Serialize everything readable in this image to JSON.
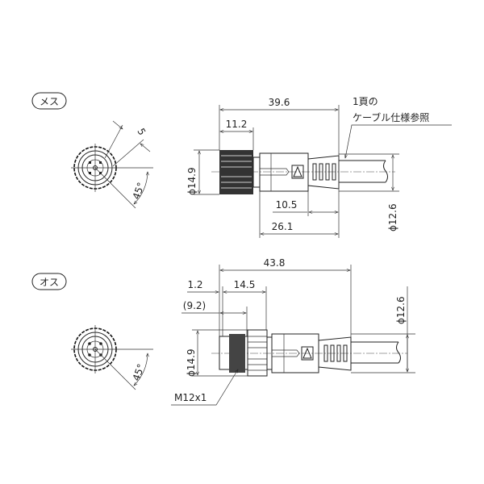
{
  "female": {
    "label": "メス",
    "front_view": {
      "dim_width": "5",
      "dim_angle": "45°"
    },
    "side_view": {
      "overall_length": "39.6",
      "nut_length": "11.2",
      "nut_diameter": "ϕ14.9",
      "boot_length": "10.5",
      "body_length": "26.1",
      "cable_diameter": "ϕ12.6",
      "cable_note_line1": "1頁の",
      "cable_note_line2": "ケーブル仕様参照"
    }
  },
  "male": {
    "label": "オス",
    "front_view": {
      "dim_angle": "45°"
    },
    "side_view": {
      "overall_length": "43.8",
      "offset": "1.2",
      "nut_length": "14.5",
      "thread_length": "(9.2)",
      "nut_diameter": "ϕ14.9",
      "cable_diameter": "ϕ12.6",
      "thread_spec": "M12x1"
    }
  }
}
